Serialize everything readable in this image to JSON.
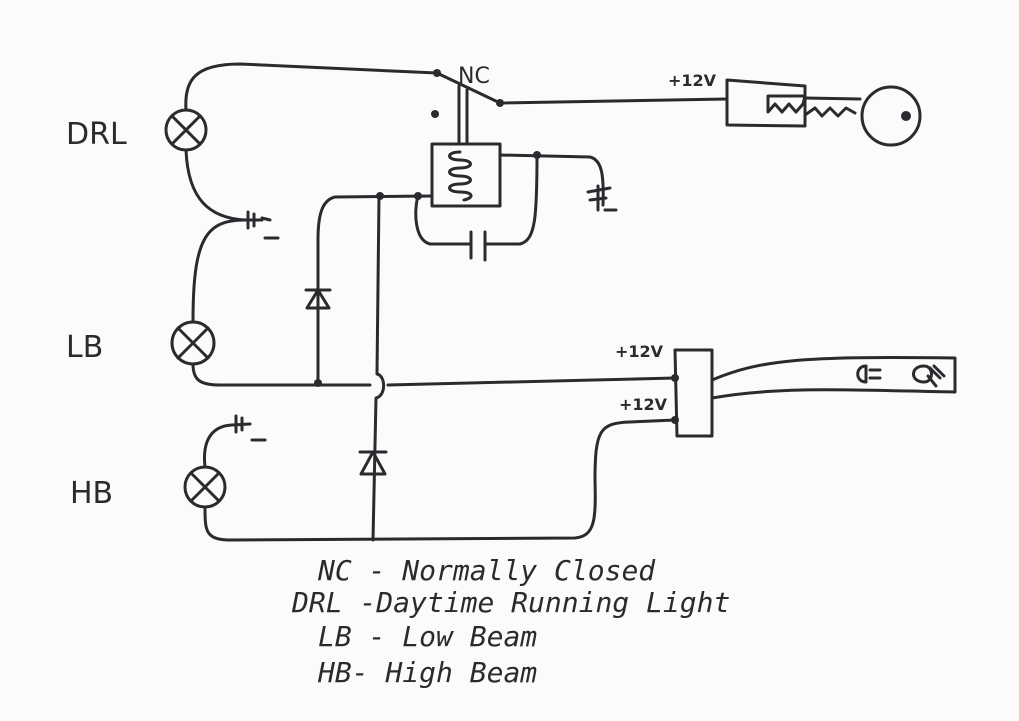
{
  "labels": {
    "drl": "DRL",
    "lb": "LB",
    "hb": "HB",
    "nc": "NC",
    "ignition_voltage": "+12V",
    "switch_voltage_lb": "+12V",
    "switch_voltage_hb": "+12V"
  },
  "legend": [
    {
      "abbr": "NC",
      "sep": "-",
      "text": "Normally Closed"
    },
    {
      "abbr": "DRL",
      "sep": "-",
      "text": "Daytime Running Light"
    },
    {
      "abbr": "LB",
      "sep": "-",
      "text": "Low Beam"
    },
    {
      "abbr": "HB",
      "sep": "-",
      "text": "High Beam"
    }
  ],
  "colors": {
    "ink": "#2b2b2f",
    "paper": "#fbfbfb"
  }
}
